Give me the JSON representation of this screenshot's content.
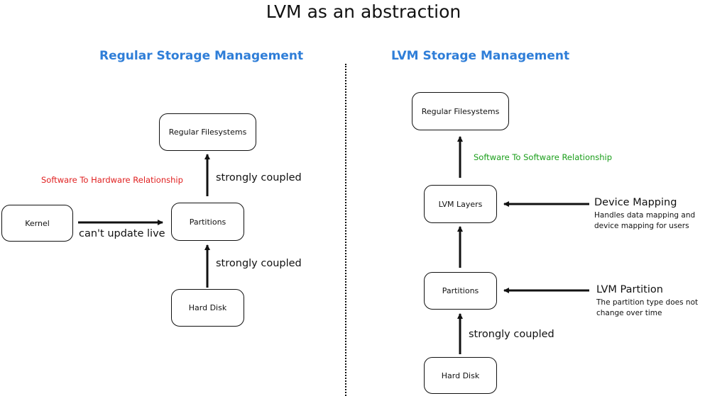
{
  "title": "LVM as an abstraction",
  "colors": {
    "blue": "#2f7ed8",
    "red": "#e02020",
    "green": "#1a9e1a"
  },
  "left": {
    "heading": "Regular Storage Management",
    "boxes": {
      "filesystems": "Regular Filesystems",
      "kernel": "Kernel",
      "partitions": "Partitions",
      "hard_disk": "Hard Disk"
    },
    "relationship": "Software To Hardware Relationship",
    "coupled_top": "strongly coupled",
    "coupled_bottom": "strongly coupled",
    "kernel_label": "can't update live"
  },
  "right": {
    "heading": "LVM Storage Management",
    "boxes": {
      "filesystems": "Regular Filesystems",
      "lvm_layers": "LVM Layers",
      "partitions": "Partitions",
      "hard_disk": "Hard Disk"
    },
    "relationship": "Software To Software Relationship",
    "coupled": "strongly coupled",
    "device_mapping": {
      "title": "Device Mapping",
      "lines": [
        "Handles data mapping and",
        "device mapping for users"
      ]
    },
    "lvm_partition": {
      "title": "LVM Partition",
      "lines": [
        "The partition type does not",
        "change over time"
      ]
    }
  }
}
